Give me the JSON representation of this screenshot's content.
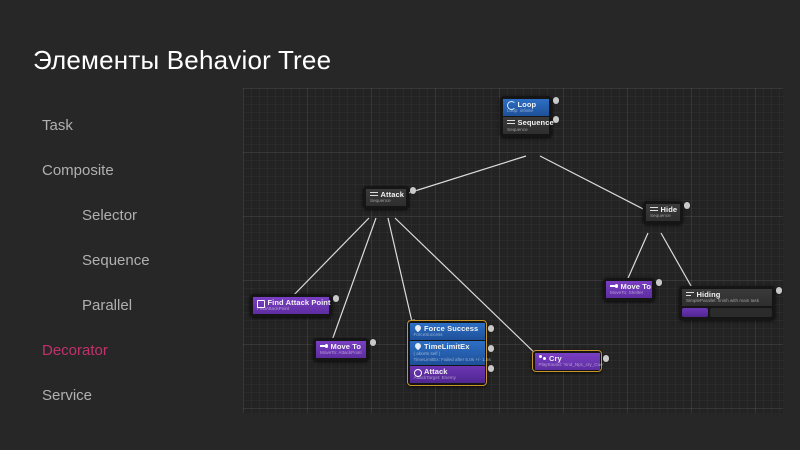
{
  "slide": {
    "title": "Элементы Behavior Tree",
    "background": "#272727",
    "accent_color": "#c2326b"
  },
  "outline": {
    "items": [
      {
        "label": "Task",
        "level": 1,
        "highlight": false
      },
      {
        "label": "Composite",
        "level": 1,
        "highlight": false
      },
      {
        "label": "Selector",
        "level": 2,
        "highlight": false
      },
      {
        "label": "Sequence",
        "level": 2,
        "highlight": false
      },
      {
        "label": "Parallel",
        "level": 2,
        "highlight": false
      },
      {
        "label": "Decorator",
        "level": 1,
        "highlight": true
      },
      {
        "label": "Service",
        "level": 1,
        "highlight": false
      }
    ]
  },
  "graph": {
    "name": "behavior-tree-graph",
    "nodes": {
      "root": {
        "decorator_title": "Loop",
        "decorator_sub": "Loop: infinite",
        "composite_title": "Sequence",
        "composite_sub": "Sequence"
      },
      "attack": {
        "title": "Attack",
        "sub": "Sequence"
      },
      "hide": {
        "title": "Hide",
        "sub": "Sequence"
      },
      "find_attack_point": {
        "title": "Find Attack Point",
        "sub": "FindAttackPoint"
      },
      "move_to_attack_point": {
        "title": "Move To",
        "sub": "MoveTo: AttackPoint"
      },
      "force_success": {
        "decorator_title": "Force Success",
        "decorator_sub": "ForceSuccess",
        "service_title": "TimeLimitEx",
        "service_sub_1": "( aborts self )",
        "service_sub_2": "TimeLimitEx: Failed after 5.0s +/- 1.5s",
        "task_title": "Attack",
        "task_sub": "AttackTarget: Enemy"
      },
      "cry": {
        "title": "Cry",
        "sub": "PlaySound: 'Snd_Npc_cry_Cue'"
      },
      "move_to_shelter": {
        "title": "Move To",
        "sub": "MoveTo: Shelter"
      },
      "hiding": {
        "title": "Hiding",
        "sub": "SimpleParallel: finish with main task"
      }
    }
  }
}
